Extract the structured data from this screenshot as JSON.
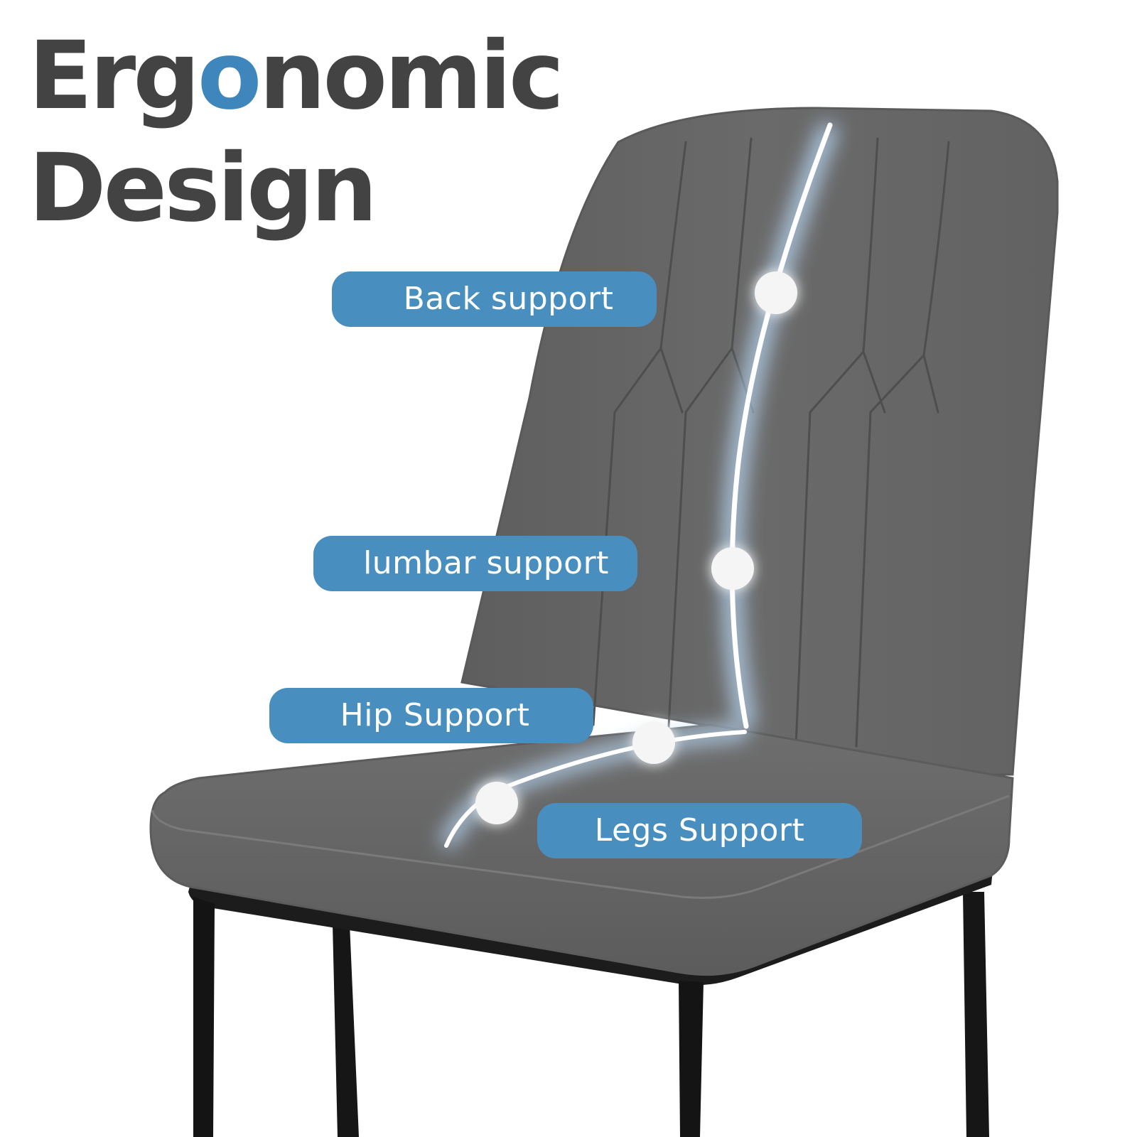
{
  "headline": {
    "line1_part1": "Erg",
    "line1_accent": "o",
    "line1_part2": "nomic",
    "line2": "Design"
  },
  "labels": {
    "back": "Back support",
    "lumbar": "lumbar support",
    "hip": "Hip Support",
    "legs": "Legs Support"
  },
  "colors": {
    "headline_text": "#434343",
    "accent": "#3f86bd",
    "pill_background": "#488fc0",
    "pill_text": "#ffffff",
    "chair_fabric": "#676767",
    "chair_legs": "#111111"
  }
}
